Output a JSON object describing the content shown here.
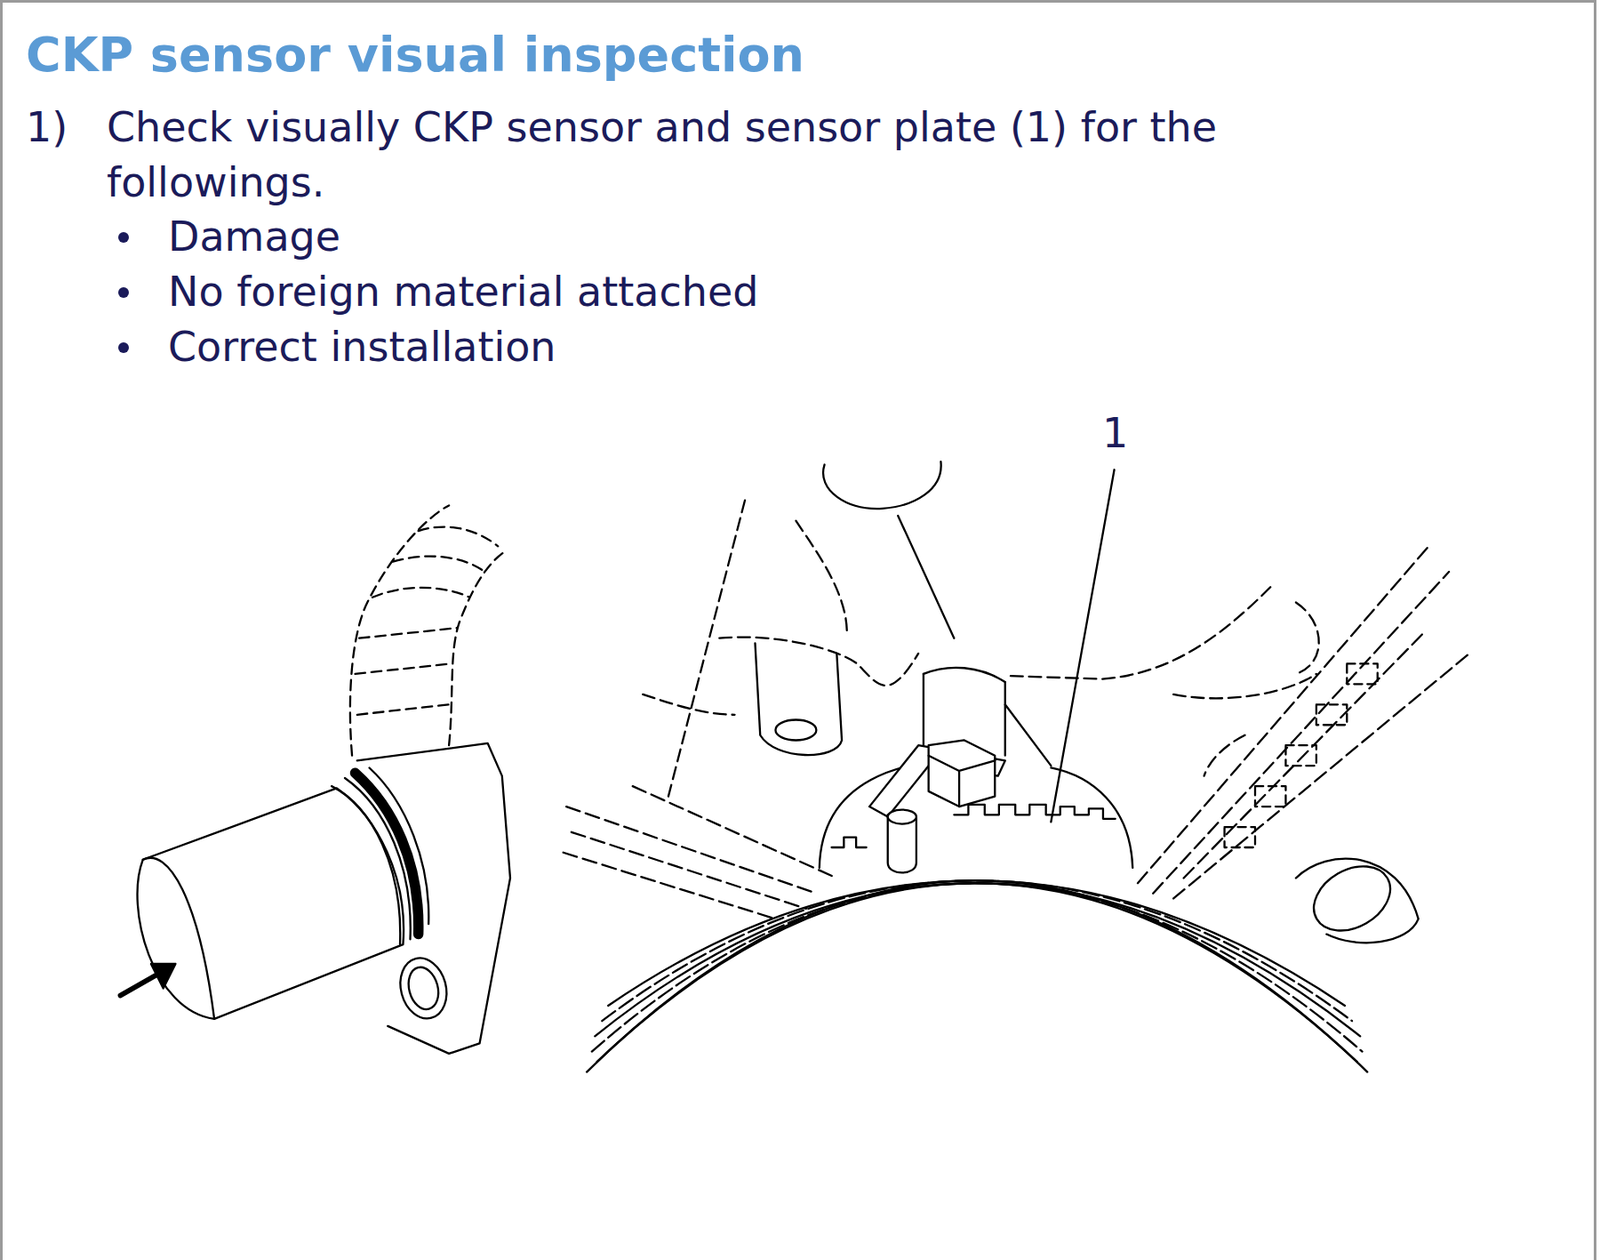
{
  "diagram": {
    "title": "CKP sensor visual inspection",
    "labels": [
      "1)",
      "Check visually CKP sensor and sensor plate (1) for the followings.",
      "Damage",
      "No foreign material attached",
      "Correct installation",
      "1"
    ]
  }
}
